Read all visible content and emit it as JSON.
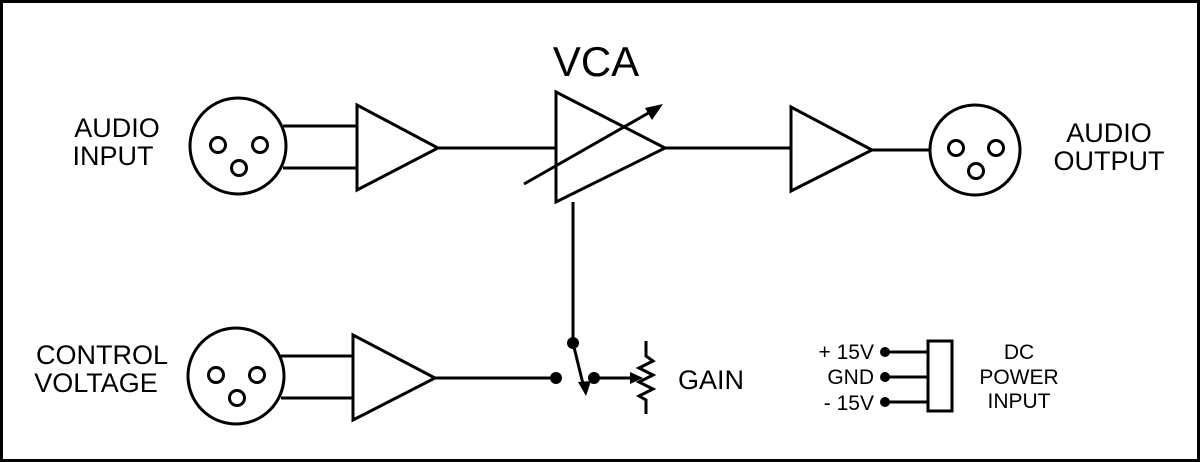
{
  "title": "VCA",
  "labels": {
    "audio_input": [
      "AUDIO",
      "INPUT"
    ],
    "audio_output": [
      "AUDIO",
      "OUTPUT"
    ],
    "control_voltage": [
      "CONTROL",
      "VOLTAGE"
    ],
    "gain": "GAIN",
    "dc_power_input": [
      "DC",
      "POWER",
      "INPUT"
    ],
    "power_pins": [
      "+ 15V",
      "GND",
      "- 15V"
    ]
  },
  "colors": {
    "line": "#000000",
    "background": "#ffffff"
  },
  "icons": [
    "xlr-connector-icon",
    "amplifier-icon",
    "vca-icon",
    "switch-icon",
    "potentiometer-icon",
    "power-connector-icon"
  ]
}
